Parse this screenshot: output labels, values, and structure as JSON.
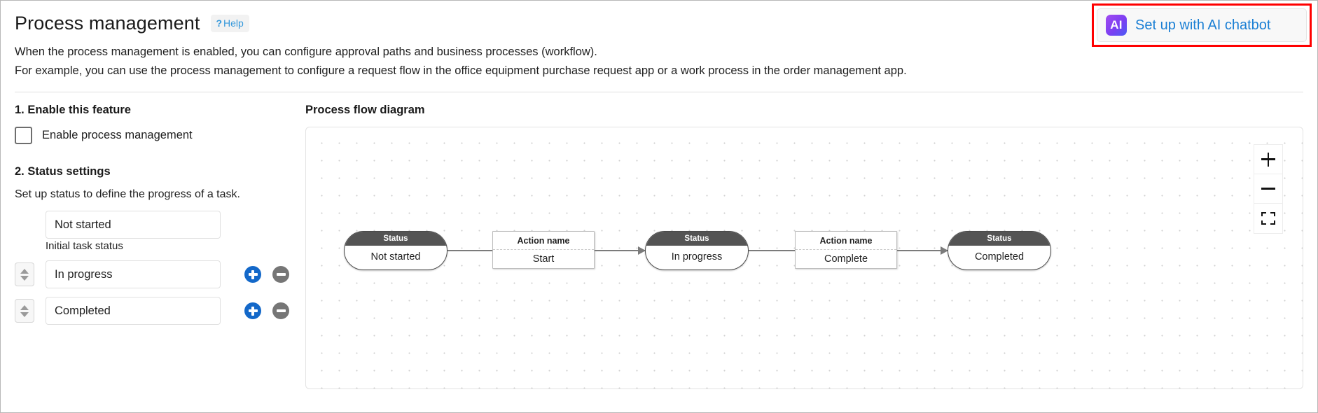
{
  "header": {
    "title": "Process management",
    "help_label": "Help",
    "help_qmark": "?",
    "ai_button": {
      "badge_text": "AI",
      "label": "Set up with AI chatbot",
      "highlight_color": "#ff0000",
      "badge_gradient_from": "#a24bf0",
      "badge_gradient_to": "#4b5bf5",
      "link_color": "#1a7fd4"
    },
    "description_line_1": "When the process management is enabled, you can configure approval paths and business processes (workflow).",
    "description_line_2": "For example, you can use the process management to configure a request flow in the office equipment purchase request app or a work process in the order management app."
  },
  "left_panel": {
    "section_1_title": "1. Enable this feature",
    "enable_checkbox_label": "Enable process management",
    "enable_checkbox_checked": false,
    "section_2_title": "2. Status settings",
    "section_2_helper": "Set up status to define the progress of a task.",
    "initial_status": {
      "value": "Not started",
      "sub_label": "Initial task status"
    },
    "statuses": [
      {
        "value": "In progress",
        "add_label": "+",
        "remove_label": "−"
      },
      {
        "value": "Completed",
        "add_label": "+",
        "remove_label": "−"
      }
    ],
    "add_button_color": "#1368c9",
    "remove_button_color": "#767676"
  },
  "diagram": {
    "title": "Process flow diagram",
    "zoom_controls": [
      {
        "name": "zoom-in",
        "glyph": "+"
      },
      {
        "name": "zoom-out",
        "glyph": "−"
      },
      {
        "name": "fit-to-screen",
        "glyph": "⛶"
      }
    ],
    "status_header_label": "Status",
    "action_header_label": "Action name",
    "nodes": [
      {
        "kind": "status",
        "header": "Status",
        "label": "Not started"
      },
      {
        "kind": "action",
        "header": "Action name",
        "label": "Start"
      },
      {
        "kind": "status",
        "header": "Status",
        "label": "In progress"
      },
      {
        "kind": "action",
        "header": "Action name",
        "label": "Complete"
      },
      {
        "kind": "status",
        "header": "Status",
        "label": "Completed"
      }
    ]
  }
}
